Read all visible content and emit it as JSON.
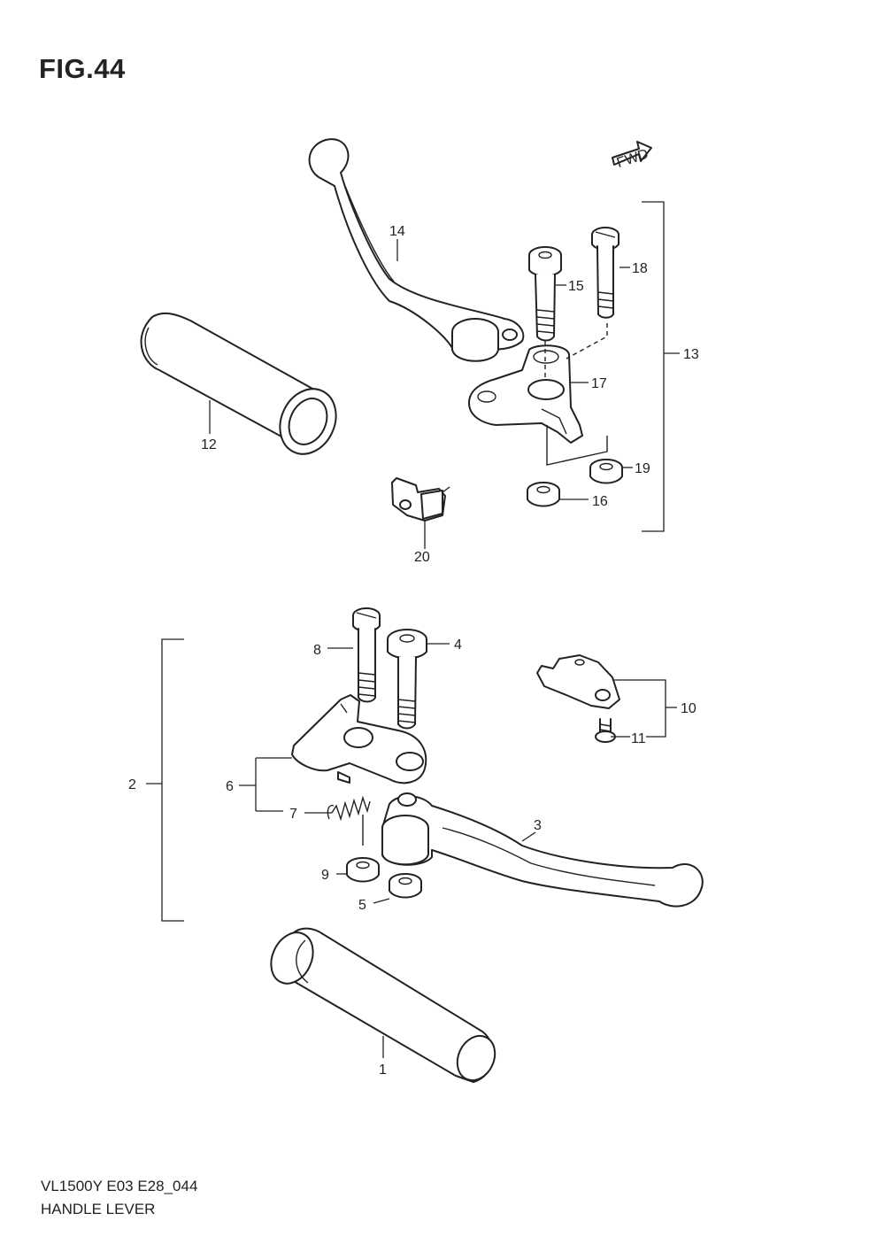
{
  "figure": {
    "title": "FIG.44",
    "fwd_label": "FWD"
  },
  "footer": {
    "model_code": "VL1500Y  E03  E28_044",
    "name": "HANDLE LEVER"
  },
  "callouts": {
    "c1": "1",
    "c2": "2",
    "c3": "3",
    "c4": "4",
    "c5": "5",
    "c6": "6",
    "c7": "7",
    "c8": "8",
    "c9": "9",
    "c10": "10",
    "c11": "11",
    "c12": "12",
    "c13": "13",
    "c14": "14",
    "c15": "15",
    "c16": "16",
    "c17": "17",
    "c18": "18",
    "c19": "19",
    "c20": "20"
  }
}
